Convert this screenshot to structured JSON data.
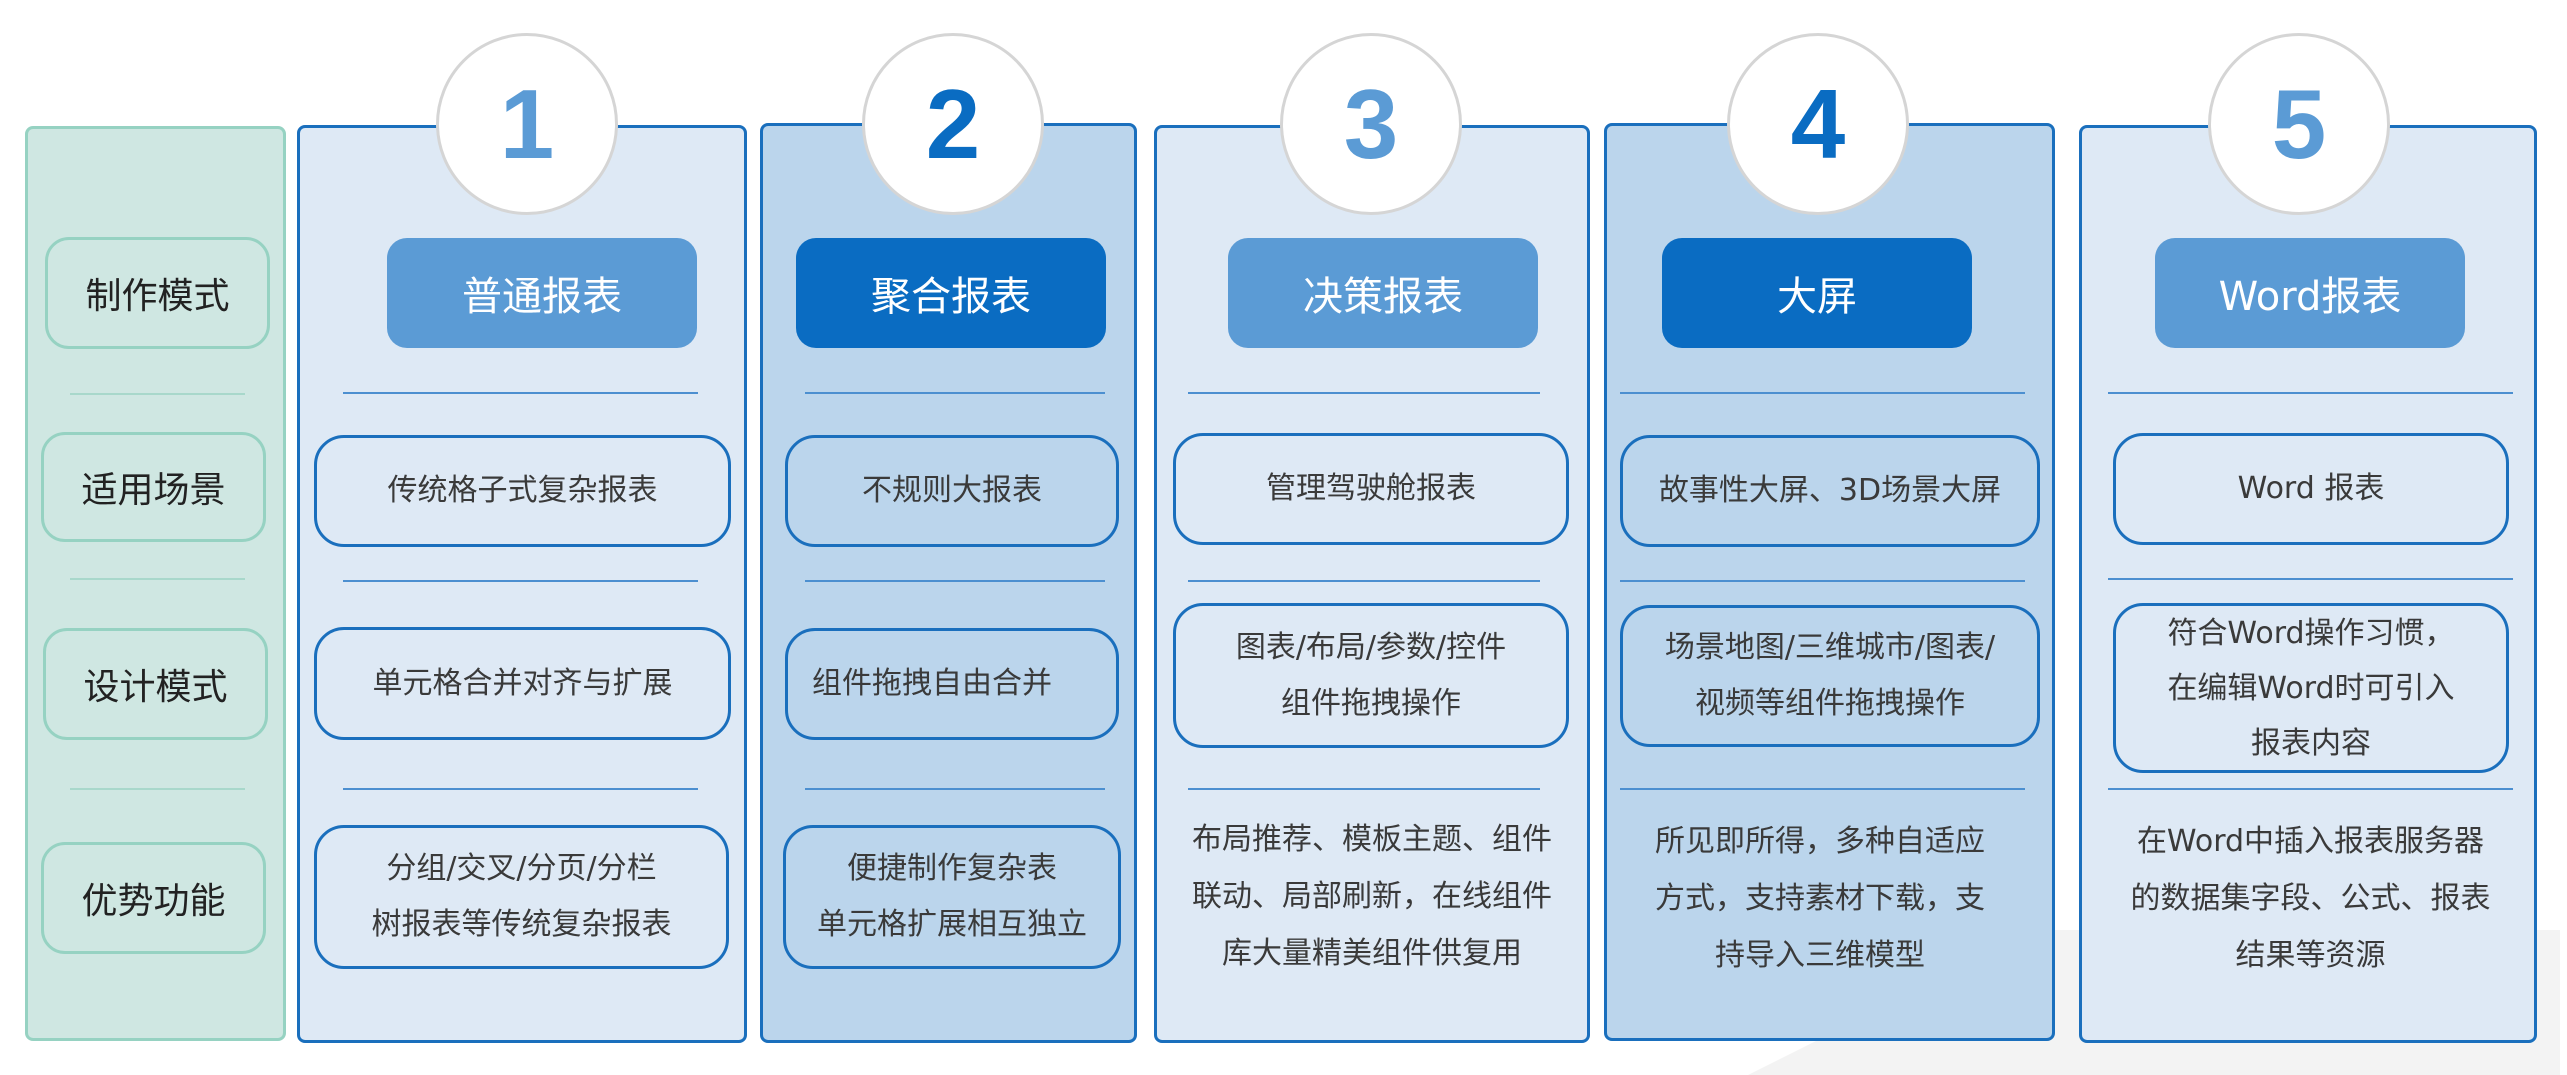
{
  "rows": [
    "制作模式",
    "适用场景",
    "设计模式",
    "优势功能"
  ],
  "columns": [
    {
      "number": "1",
      "title": "普通报表",
      "scene": "传统格子式复杂报表",
      "design": [
        "单元格合并对齐与扩展"
      ],
      "advantage": [
        "分组/交叉/分页/分栏",
        "树报表等传统复杂报表"
      ]
    },
    {
      "number": "2",
      "title": "聚合报表",
      "scene": "不规则大报表",
      "design": [
        "组件拖拽自由合并"
      ],
      "advantage": [
        "便捷制作复杂表",
        "单元格扩展相互独立"
      ]
    },
    {
      "number": "3",
      "title": "决策报表",
      "scene": "管理驾驶舱报表",
      "design": [
        "图表/布局/参数/控件",
        "组件拖拽操作"
      ],
      "advantage": [
        "布局推荐、模板主题、组件",
        "联动、局部刷新，在线组件",
        "库大量精美组件供复用"
      ]
    },
    {
      "number": "4",
      "title": "大屏",
      "scene": "故事性大屏、3D场景大屏",
      "design": [
        "场景地图/三维城市/图表/",
        "视频等组件拖拽操作"
      ],
      "advantage": [
        "所见即所得，多种自适应",
        "方式，支持素材下载，支",
        "持导入三维模型"
      ]
    },
    {
      "number": "5",
      "title": "Word报表",
      "scene": "Word 报表",
      "design": [
        "符合Word操作习惯，",
        "在编辑Word时可引入",
        "报表内容"
      ],
      "advantage": [
        "在Word中插入报表服务器",
        "的数据集字段、公式、报表",
        "结果等资源"
      ]
    }
  ],
  "colors": {
    "light_panel": "#dee9f5",
    "mid_panel": "#bbd5ec",
    "border_blue": "#1a6fbd",
    "header_light": "#5b9bd5",
    "header_dark": "#0a6cc2",
    "number_light": "#5b9bd5",
    "number_dark": "#0a6cc2",
    "row_panel": "#cfe7e2",
    "row_border": "#96d2c2"
  }
}
